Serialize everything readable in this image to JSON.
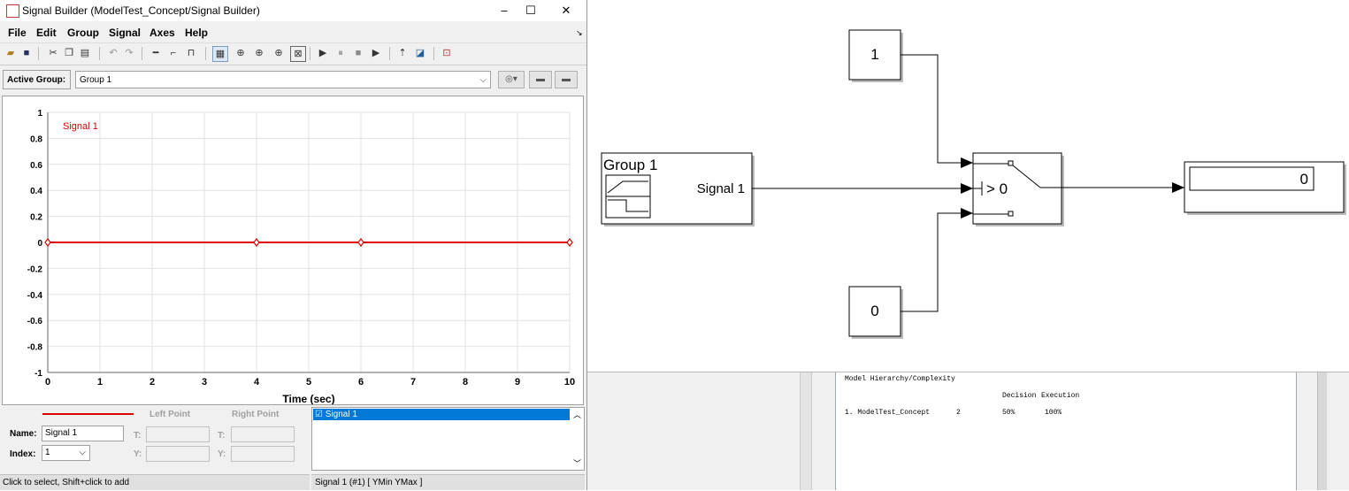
{
  "window": {
    "title": "Signal Builder (ModelTest_Concept/Signal Builder)",
    "minimize": "–",
    "maximize": "☐",
    "close": "✕"
  },
  "menu": [
    "File",
    "Edit",
    "Group",
    "Signal",
    "Axes",
    "Help"
  ],
  "active_group": {
    "label": "Active Group:",
    "value": "Group 1"
  },
  "plot": {
    "signal_label": "Signal 1",
    "xlabel": "Time (sec)",
    "x_ticks": [
      "0",
      "1",
      "2",
      "3",
      "4",
      "5",
      "6",
      "7",
      "8",
      "9",
      "10"
    ],
    "y_ticks": [
      "1",
      "0.8",
      "0.6",
      "0.4",
      "0.2",
      "0",
      "-0.2",
      "-0.4",
      "-0.6",
      "-0.8",
      "-1"
    ],
    "line_color": "#dd0000"
  },
  "chart_data": {
    "type": "line",
    "x": [
      0,
      4,
      6,
      10
    ],
    "series": [
      {
        "name": "Signal 1",
        "values": [
          0,
          0,
          0,
          0
        ]
      }
    ],
    "xlabel": "Time (sec)",
    "xlim": [
      0,
      10
    ],
    "ylim": [
      -1,
      1
    ],
    "grid": true
  },
  "editor": {
    "left_point": "Left Point",
    "right_point": "Right Point",
    "name_label": "Name:",
    "name_value": "Signal 1",
    "index_label": "Index:",
    "index_value": "1",
    "t_label": "T:",
    "y_label": "Y:"
  },
  "signal_list": [
    "☑ Signal 1"
  ],
  "status": {
    "left": "Click to select, Shift+click to add",
    "right": "Signal 1 (#1)  [ YMin YMax ]"
  },
  "simulink": {
    "const_top": "1",
    "const_bottom": "0",
    "builder_title": "Group 1",
    "builder_port": "Signal 1",
    "switch_label": "> 0",
    "display_value": "0"
  },
  "report": {
    "title": "Model Hierarchy/Complexity",
    "col_decision": "Decision",
    "col_execution": "Execution",
    "row_name": "1. ModelTest_Concept",
    "row_complexity": "2",
    "row_decision": "50%",
    "row_execution": "100%"
  }
}
